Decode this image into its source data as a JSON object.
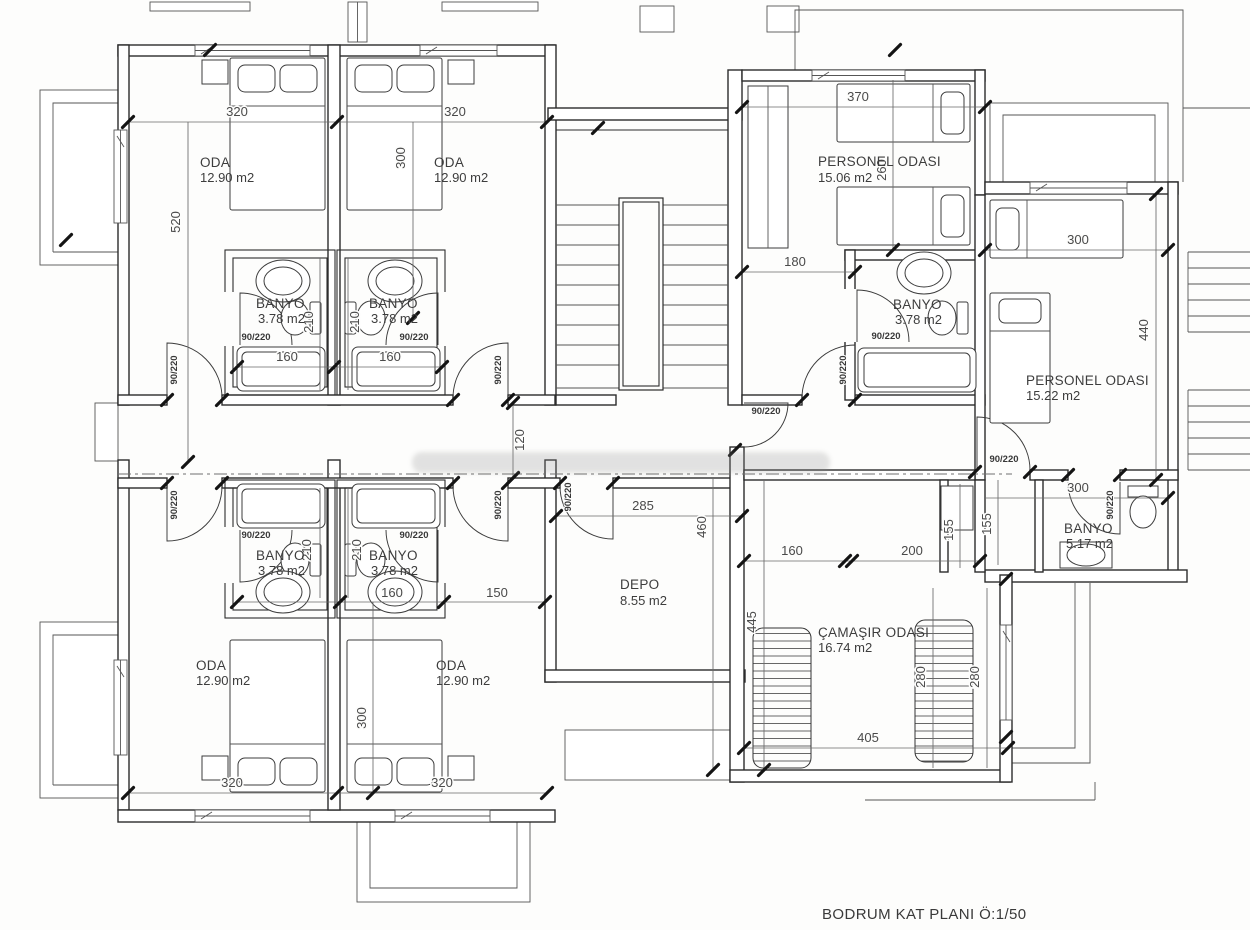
{
  "title": "BODRUM KAT PLANI Ö:1/50",
  "door_size": "90/220",
  "rooms": {
    "oda_tl": {
      "name": "ODA",
      "area": "12.90 m2"
    },
    "oda_tr": {
      "name": "ODA",
      "area": "12.90 m2"
    },
    "oda_bl": {
      "name": "ODA",
      "area": "12.90 m2"
    },
    "oda_br": {
      "name": "ODA",
      "area": "12.90 m2"
    },
    "banyo_tl": {
      "name": "BANYO",
      "area": "3.78 m2"
    },
    "banyo_tr": {
      "name": "BANYO",
      "area": "3.78 m2"
    },
    "banyo_bl": {
      "name": "BANYO",
      "area": "3.78 m2"
    },
    "banyo_br": {
      "name": "BANYO",
      "area": "3.78 m2"
    },
    "banyo_personel": {
      "name": "BANYO",
      "area": "3.78 m2"
    },
    "personel_1": {
      "name": "PERSONEL ODASI",
      "area": "15.06 m2"
    },
    "personel_2": {
      "name": "PERSONEL ODASI",
      "area": "15.22 m2"
    },
    "banyo_sag": {
      "name": "BANYO",
      "area": "5.17 m2"
    },
    "depo": {
      "name": "DEPO",
      "area": "8.55 m2"
    },
    "camasir": {
      "name": "ÇAMAŞIR ODASI",
      "area": "16.74 m2"
    }
  },
  "dims": {
    "oda_tl_w": "320",
    "oda_tr_w": "320",
    "oda_t_d": "300",
    "sol_yukseklik": "520",
    "banyo_tl_d": "210",
    "banyo_tr_d": "210",
    "banyo_tl_w": "160",
    "banyo_tr_w": "160",
    "koridor": "120",
    "oda_bl_w": "320",
    "oda_br_w": "320",
    "oda_b_d": "300",
    "banyo_bl_d": "210",
    "banyo_br_d": "210",
    "banyo_br_w": "160",
    "hol_sol": "150",
    "depo_w": "285",
    "depo_d": "460",
    "p1_w": "370",
    "p1_d": "260",
    "p1_nis": "180",
    "p2_w": "300",
    "p2_d": "440",
    "p2_alt": "300",
    "hol_160": "160",
    "hol_200": "200",
    "saft_155a": "155",
    "saft_155b": "155",
    "cam_d": "445",
    "cam_280a": "280",
    "cam_280b": "280",
    "cam_w": "405"
  }
}
